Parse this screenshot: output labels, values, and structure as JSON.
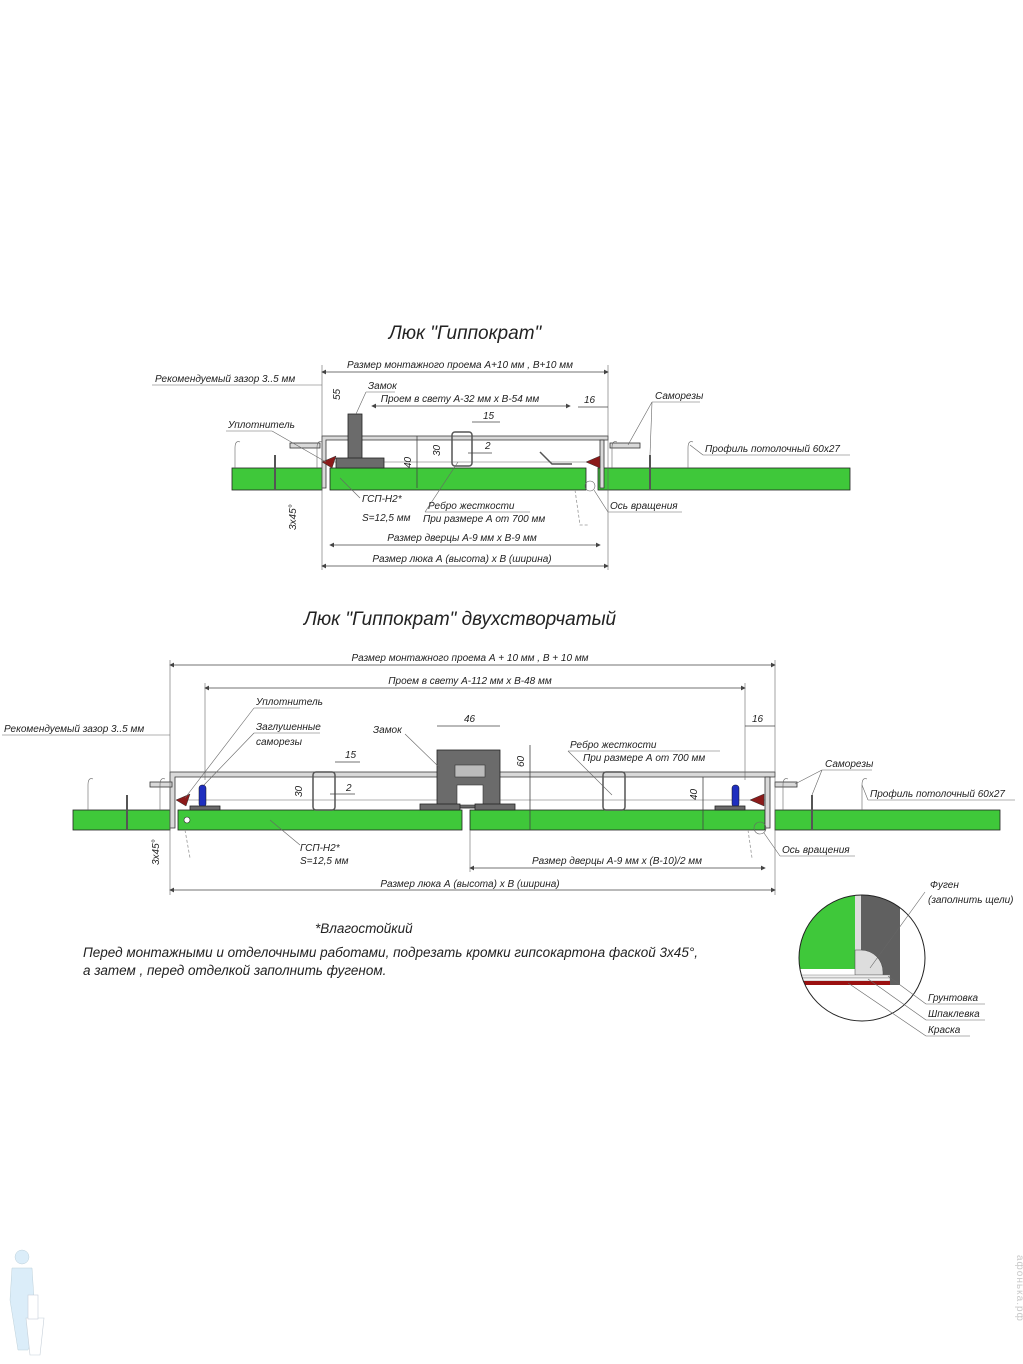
{
  "drawing1": {
    "title": "Люк \"Гиппократ\"",
    "mount_opening": "Размер монтажного проема А+10 мм , В+10 мм",
    "gap": "Рекомендуемый зазор 3..5 мм",
    "lock": "Замок",
    "dim_55": "55",
    "clear_opening": "Проем в свету А-32 мм х В-54 мм",
    "dim_16": "16",
    "screws": "Саморезы",
    "seal": "Уплотнитель",
    "dim_15": "15",
    "dim_2": "2",
    "dim_30": "30",
    "dim_40": "40",
    "profile": "Профиль потолочный 60х27",
    "board": "ГСП-Н2*",
    "board_thickness": "S=12,5 мм",
    "rib": "Ребро жесткости",
    "rib_note": "При размере А от 700 мм",
    "axis": "Ось вращения",
    "chamfer": "3х45°",
    "door_size": "Размер дверцы А-9 мм х В-9 мм",
    "hatch_size": "Размер люка А (высота) х В (ширина)"
  },
  "drawing2": {
    "title": "Люк \"Гиппократ\" двухстворчатый",
    "mount_opening": "Размер монтажного проема А + 10 мм , В + 10 мм",
    "clear_opening": "Проем в свету А-112 мм х В-48 мм",
    "seal": "Уплотнитель",
    "plugged_1": "Заглушенные",
    "plugged_2": "саморезы",
    "gap": "Рекомендуемый зазор 3..5 мм",
    "lock": "Замок",
    "dim_46": "46",
    "dim_60": "60",
    "dim_15": "15",
    "dim_2": "2",
    "dim_30": "30",
    "dim_40": "40",
    "dim_16": "16",
    "rib": "Ребро жесткости",
    "rib_note": "При размере А от 700 мм",
    "screws": "Саморезы",
    "profile": "Профиль потолочный 60х27",
    "board": "ГСП-Н2*",
    "board_thickness": "S=12,5 мм",
    "chamfer": "3х45°",
    "axis": "Ось вращения",
    "door_size": "Размер дверцы А-9 мм х (В-10)/2 мм",
    "hatch_size": "Размер люка А (высота) х В (ширина)"
  },
  "notes": {
    "moisture": "*Влагостойкий",
    "line1": "Перед монтажными и отделочными работами, подрезать кромки гипсокартона фаской 3х45°,",
    "line2": "а затем , перед отделкой заполнить фугеном."
  },
  "detail": {
    "fugen": "Фуген",
    "fugen_note": "(заполнить щели)",
    "primer": "Грунтовка",
    "putty": "Шпаклевка",
    "paint": "Краска"
  },
  "watermark": "афонька.рф",
  "colors": {
    "board": "#3fc83a",
    "seal": "#8b1a1a",
    "pin": "#1f2fbf"
  }
}
